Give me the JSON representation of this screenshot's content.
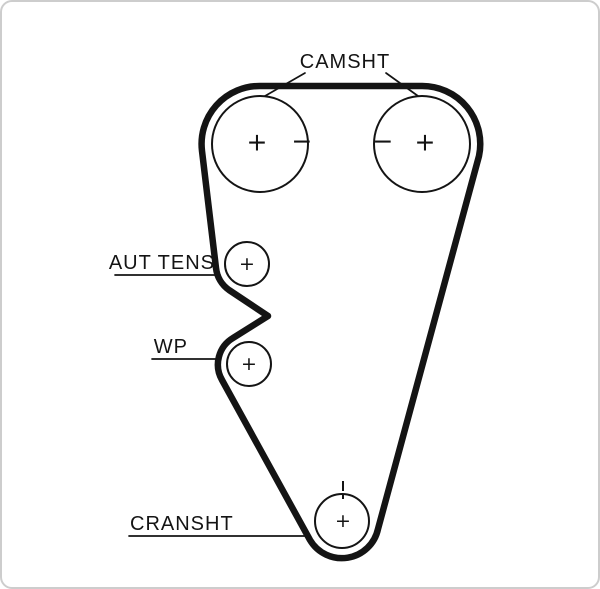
{
  "diagram": {
    "type": "timing-belt-routing",
    "labels": {
      "camshaft": "CAMSHT",
      "auto_tensioner": "AUT TENS",
      "water_pump": "WP",
      "crankshaft": "CRANSHT"
    },
    "marks": {
      "plus": "+",
      "minus": "−"
    },
    "pulleys": [
      {
        "id": "camshaft-left",
        "marks": [
          "+",
          "−"
        ]
      },
      {
        "id": "camshaft-right",
        "marks": [
          "−",
          "+"
        ]
      },
      {
        "id": "auto-tensioner",
        "marks": [
          "+"
        ]
      },
      {
        "id": "water-pump",
        "marks": [
          "+"
        ]
      },
      {
        "id": "crankshaft",
        "marks": [
          "+"
        ]
      }
    ],
    "colors": {
      "line": "#141414",
      "background": "#ffffff",
      "frame_border": "#cdcdcd"
    }
  }
}
